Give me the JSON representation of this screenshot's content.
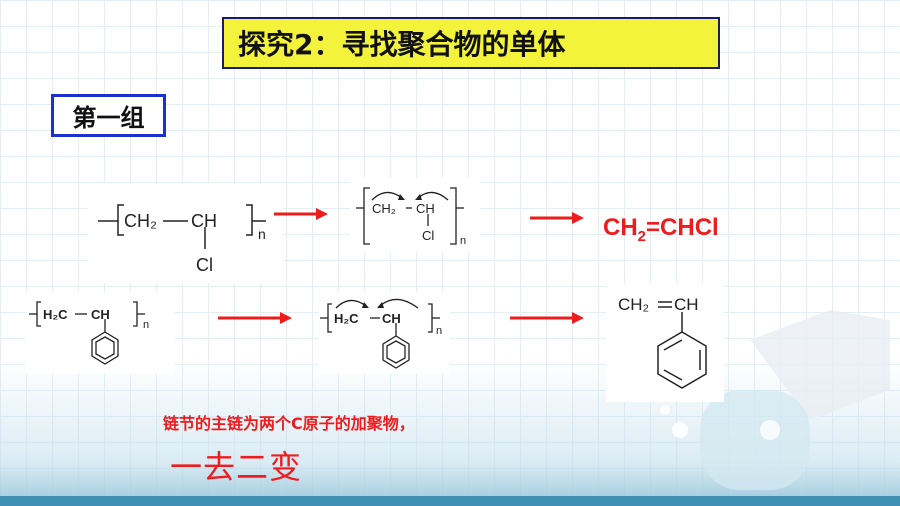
{
  "title": "探究2：寻找聚合物的单体",
  "group_label": "第一组",
  "row1": {
    "polymer": {
      "left_group": "CH₂",
      "right_group": "CH",
      "substituent": "Cl",
      "subscript": "n"
    },
    "bracket": {
      "left_group": "CH₂",
      "right_group": "CH",
      "substituent": "Cl",
      "subscript": "n"
    },
    "monomer": {
      "ch2": "CH",
      "ch2_sub": "2",
      "rest": "=CHCl"
    }
  },
  "row2": {
    "polymer": {
      "left_group": "H₂C",
      "right_group": "CH",
      "subscript": "n"
    },
    "bracket": {
      "left_group": "H₂C",
      "right_group": "CH",
      "subscript": "n"
    },
    "monomer": {
      "left_group": "CH₂",
      "right_group": "CH"
    }
  },
  "note": "链节的主链为两个C原子的加聚物，",
  "method": "一去二变",
  "colors": {
    "accent_red": "#ee1c1c",
    "title_bg": "#f4f33c",
    "group_border": "#1c2fd0"
  }
}
